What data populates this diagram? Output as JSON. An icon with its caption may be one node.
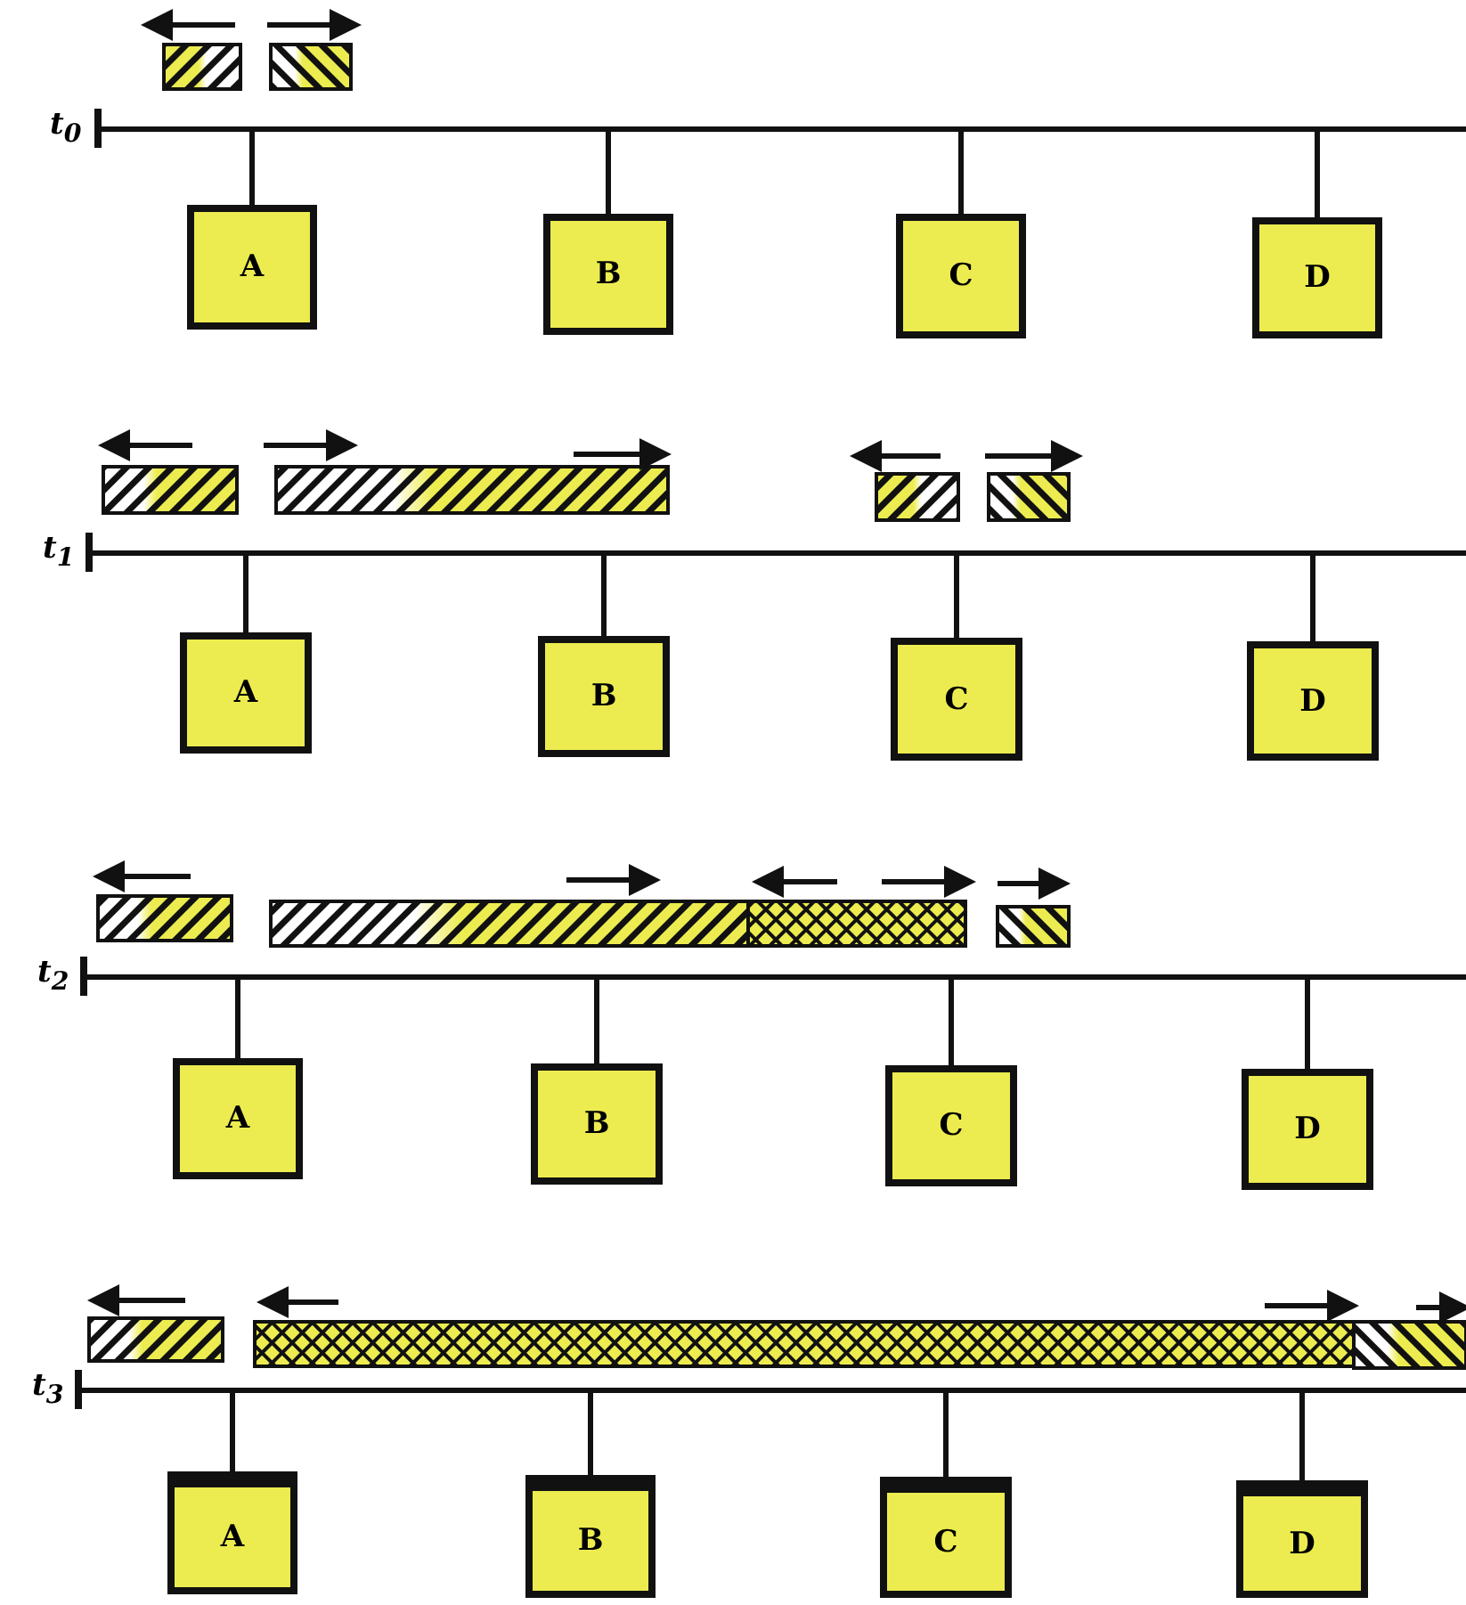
{
  "diagram": {
    "nodes": [
      {
        "text": [],
        "shape": "bar"
      },
      {
        "text": [
          "A"
        ]
      },
      {
        "text": [
          "B"
        ]
      },
      {
        "text": [
          "C"
        ]
      },
      {
        "text": [
          "D"
        ]
      },
      {
        "text": [],
        "shape": "bar"
      },
      {
        "text": [
          "A"
        ]
      },
      {
        "text": [
          "B"
        ]
      },
      {
        "text": [
          "C"
        ]
      },
      {
        "text": [
          "D"
        ]
      },
      {
        "text": [],
        "shape": "bar"
      },
      {
        "text": [
          "A"
        ]
      },
      {
        "text": [
          "B"
        ]
      },
      {
        "text": [
          "C"
        ]
      },
      {
        "text": [
          "D"
        ]
      },
      {
        "text": [],
        "shape": "bar"
      },
      {
        "text": [
          "A"
        ]
      },
      {
        "text": [
          "B"
        ]
      },
      {
        "text": [
          "C"
        ]
      },
      {
        "text": [
          "D"
        ]
      }
    ],
    "edges": [
      {
        "from": 1,
        "to": 0,
        "arrow": "none"
      },
      {
        "from": 2,
        "to": 0,
        "arrow": "none"
      },
      {
        "from": 3,
        "to": 0,
        "arrow": "none"
      },
      {
        "from": 4,
        "to": 0,
        "arrow": "none"
      },
      {
        "from": 6,
        "to": 5,
        "arrow": "none"
      },
      {
        "from": 7,
        "to": 5,
        "arrow": "none"
      },
      {
        "from": 8,
        "to": 5,
        "arrow": "none"
      },
      {
        "from": 9,
        "to": 5,
        "arrow": "none"
      },
      {
        "from": 11,
        "to": 10,
        "arrow": "none"
      },
      {
        "from": 12,
        "to": 10,
        "arrow": "none"
      },
      {
        "from": 13,
        "to": 10,
        "arrow": "none"
      },
      {
        "from": 14,
        "to": 10,
        "arrow": "none"
      },
      {
        "from": 16,
        "to": 15,
        "arrow": "none"
      },
      {
        "from": 17,
        "to": 15,
        "arrow": "none"
      },
      {
        "from": 18,
        "to": 15,
        "arrow": "none"
      },
      {
        "from": 19,
        "to": 15,
        "arrow": "none"
      }
    ],
    "labels": [
      "t$_{0}$",
      "t$_{1}$",
      "t$_{2}$",
      "t$_{3}$"
    ]
  }
}
